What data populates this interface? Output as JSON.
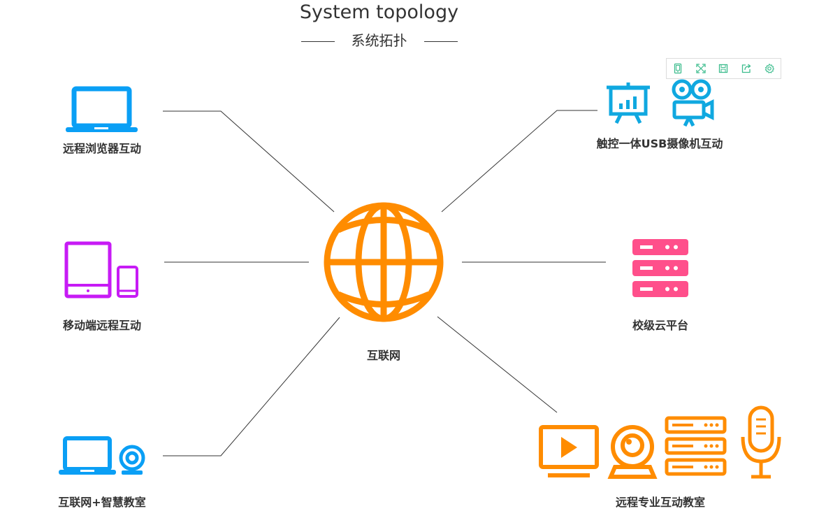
{
  "header": {
    "title_en": "System topology",
    "title_zh": "系统拓扑"
  },
  "toolbar": {
    "icons": [
      "tablet-icon",
      "fullscreen-icon",
      "save-icon",
      "share-icon",
      "settings-icon"
    ],
    "color": "#3cbc8d"
  },
  "center": {
    "label": "互联网",
    "color": "#ff8c00"
  },
  "nodes": {
    "remote_browser": {
      "label": "远程浏览器互动",
      "color": "#0a9ff5"
    },
    "mobile": {
      "label": "移动端远程互动",
      "color": "#c71bf5"
    },
    "smart_classroom": {
      "label": "互联网+智慧教室",
      "color": "#0a9ff5"
    },
    "touch_usb_camera": {
      "label": "触控一体USB摄像机互动",
      "color": "#10a8e0"
    },
    "school_cloud": {
      "label": "校级云平台",
      "color": "#ff4f8b"
    },
    "pro_classroom": {
      "label": "远程专业互动教室",
      "color": "#ff8c00"
    }
  },
  "line_color": "#333333"
}
